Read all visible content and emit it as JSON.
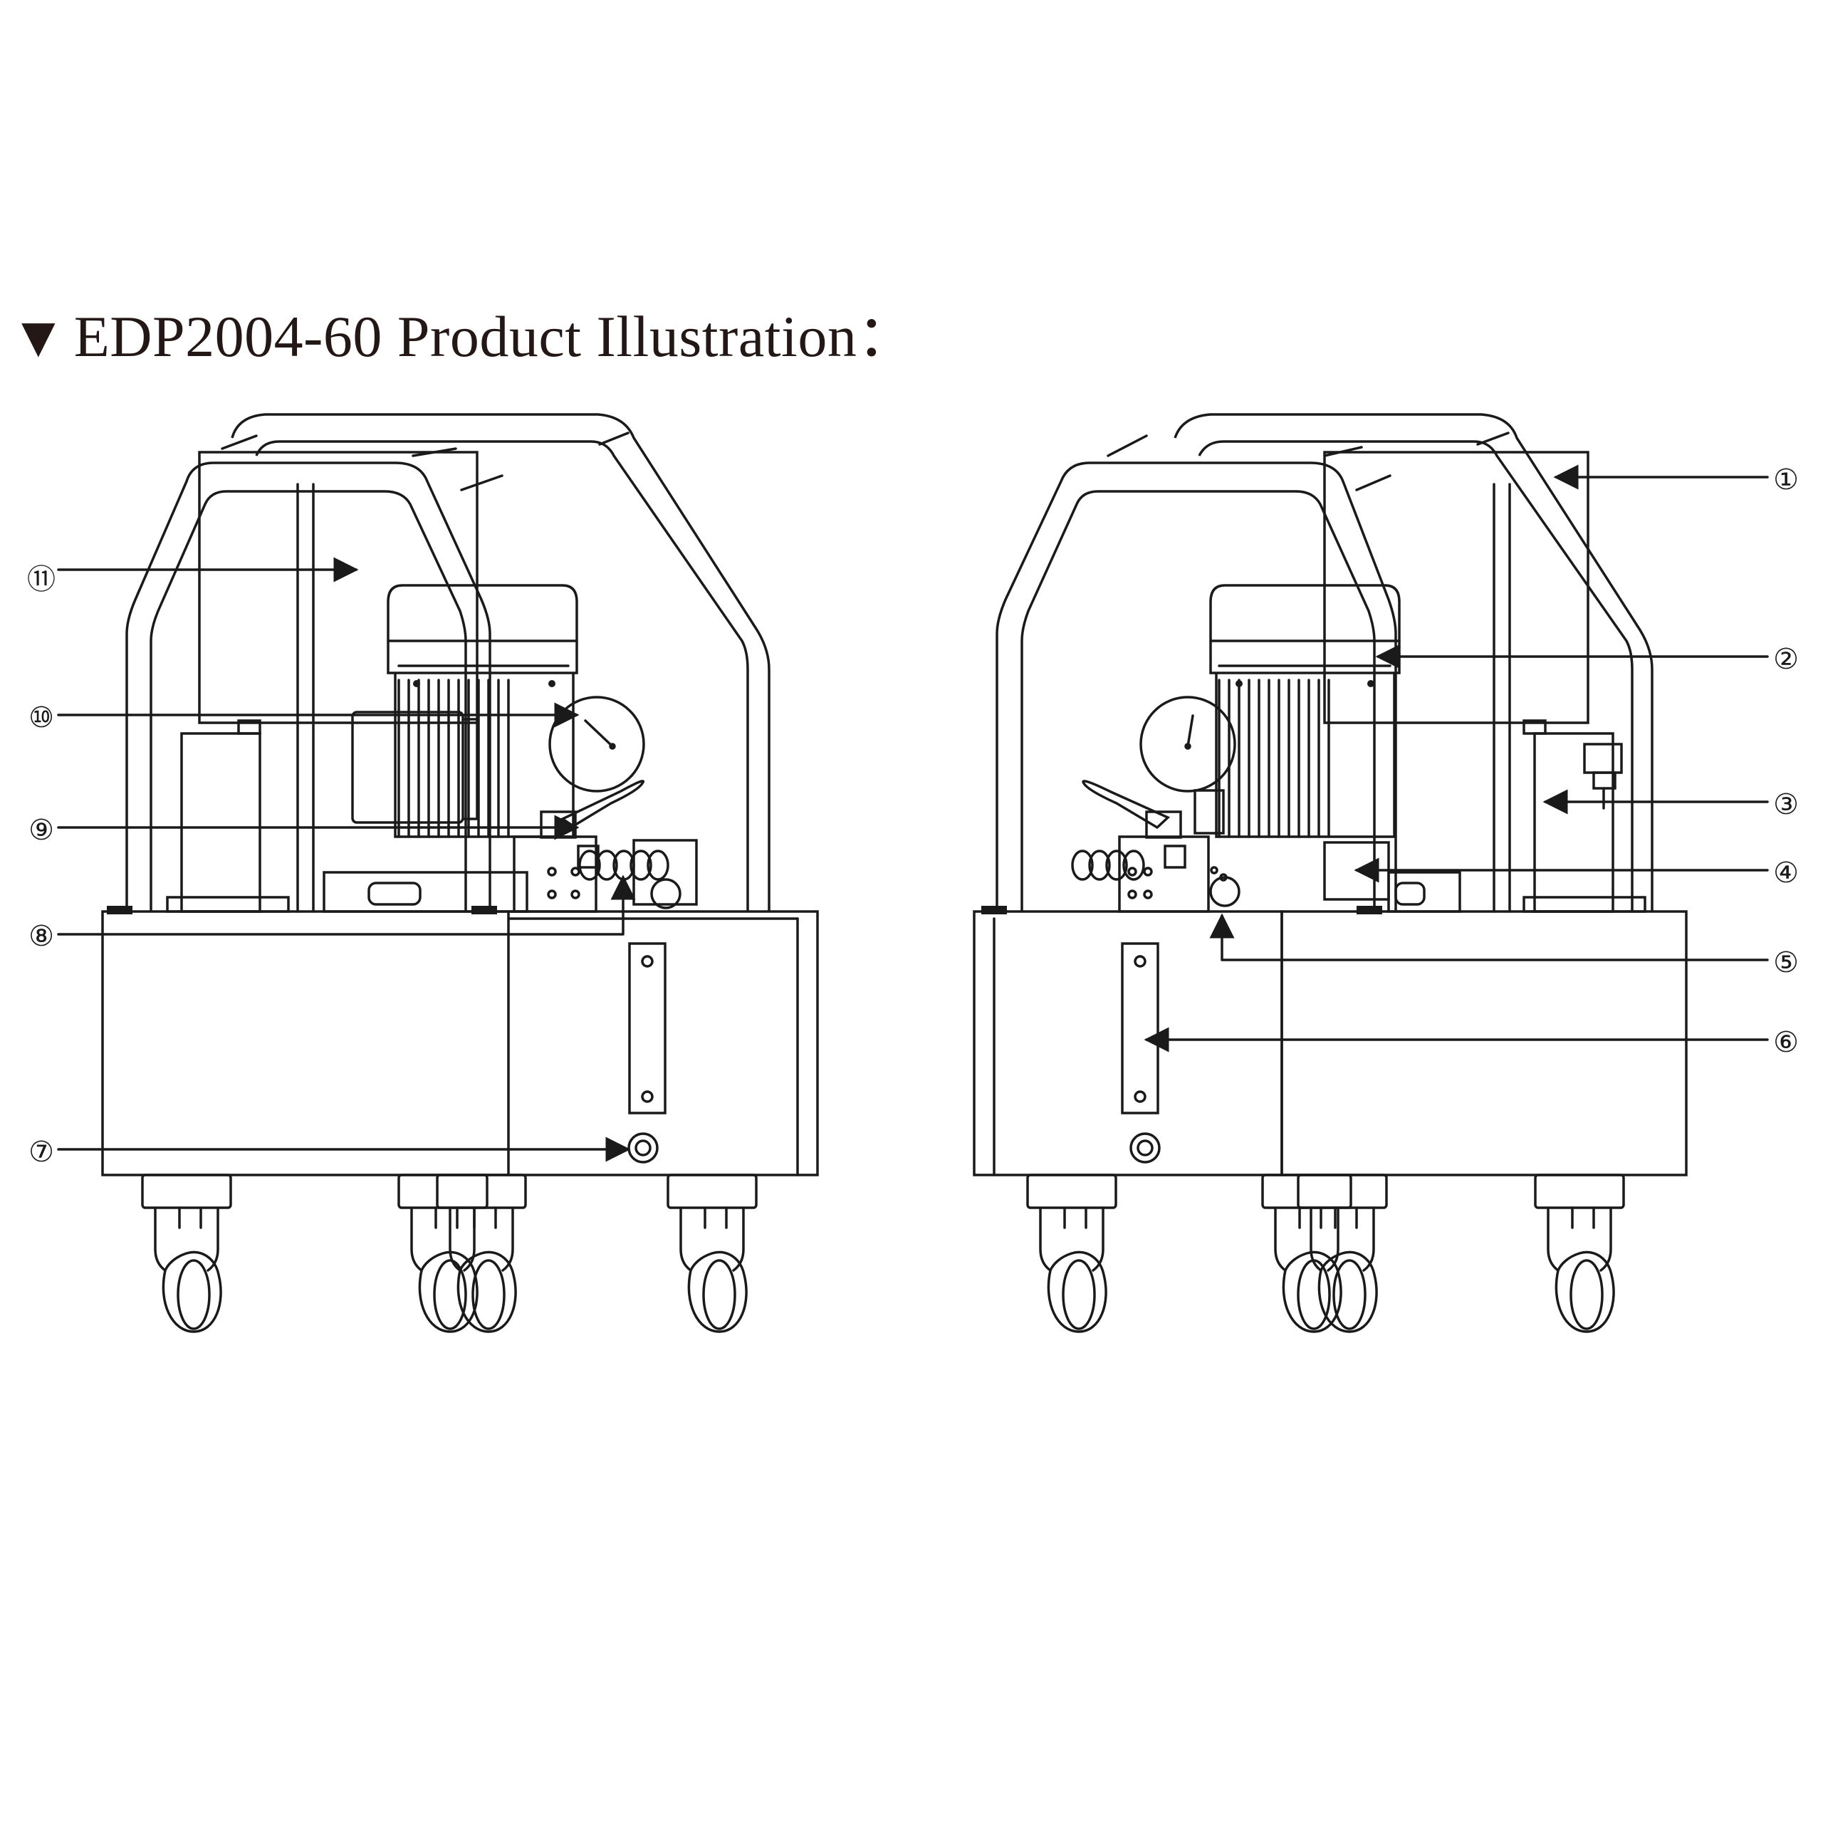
{
  "heading": {
    "marker": "▼",
    "title": "EDP2004-60 Product Illustration："
  },
  "callouts": {
    "left_view": [
      "⑪",
      "⑩",
      "⑨",
      "⑧",
      "⑦"
    ],
    "right_view": [
      "①",
      "②",
      "③",
      "④",
      "⑤",
      "⑥"
    ]
  }
}
